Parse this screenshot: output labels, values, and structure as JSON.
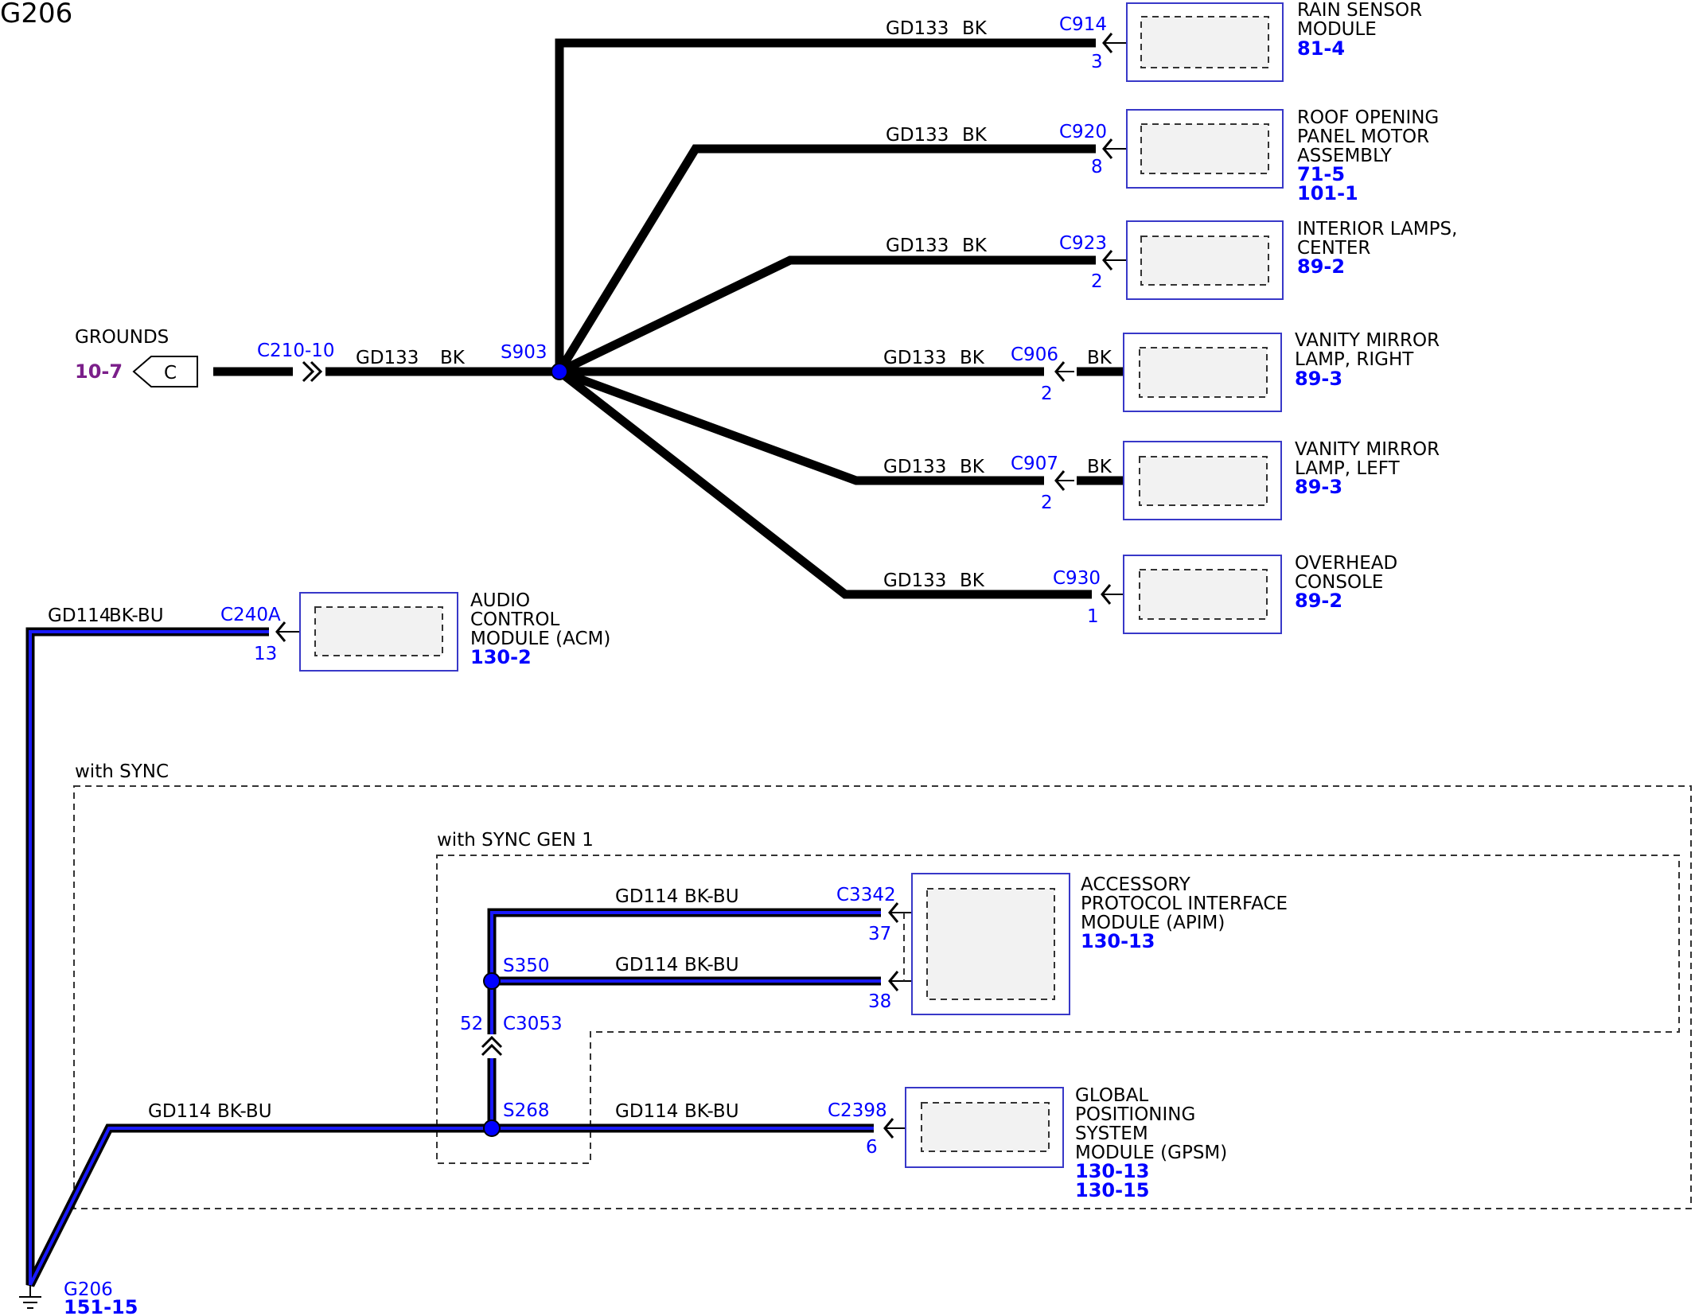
{
  "diagram_title": "G206",
  "ground_label": "G206",
  "ground_ref": "151-15",
  "grounds": {
    "label": "GROUNDS",
    "ref": "10-7",
    "connector_letter": "C"
  },
  "c210": {
    "connector": "C210",
    "pin": "-10"
  },
  "splices": {
    "s903": "S903",
    "s350": "S350",
    "s268": "S268"
  },
  "c3053": {
    "connector": "C3053",
    "pin": "52"
  },
  "gd133": {
    "circuit": "GD133",
    "color": "BK"
  },
  "gd114": {
    "circuit": "GD114",
    "color": "BK-BU"
  },
  "modules": {
    "rain_sensor": {
      "name_lines": [
        "RAIN SENSOR",
        "MODULE"
      ],
      "refs": [
        "81-4"
      ],
      "connector": "C914",
      "pin": "3"
    },
    "roof_opening": {
      "name_lines": [
        "ROOF OPENING",
        "PANEL MOTOR",
        "ASSEMBLY"
      ],
      "refs": [
        "71-5",
        "101-1"
      ],
      "connector": "C920",
      "pin": "8"
    },
    "interior_lamps": {
      "name_lines": [
        "INTERIOR LAMPS,",
        "CENTER"
      ],
      "refs": [
        "89-2"
      ],
      "connector": "C923",
      "pin": "2"
    },
    "vanity_right": {
      "name_lines": [
        "VANITY MIRROR",
        "LAMP, RIGHT"
      ],
      "refs": [
        "89-3"
      ],
      "connector": "C906",
      "pin": "2",
      "stub_color": "BK"
    },
    "vanity_left": {
      "name_lines": [
        "VANITY MIRROR",
        "LAMP, LEFT"
      ],
      "refs": [
        "89-3"
      ],
      "connector": "C907",
      "pin": "2",
      "stub_color": "BK"
    },
    "overhead": {
      "name_lines": [
        "OVERHEAD",
        "CONSOLE"
      ],
      "refs": [
        "89-2"
      ],
      "connector": "C930",
      "pin": "1"
    },
    "acm": {
      "name_lines": [
        "AUDIO",
        "CONTROL",
        "MODULE (ACM)"
      ],
      "refs": [
        "130-2"
      ],
      "connector": "C240A",
      "pin": "13"
    },
    "apim": {
      "name_lines": [
        "ACCESSORY",
        "PROTOCOL INTERFACE",
        "MODULE (APIM)"
      ],
      "refs": [
        "130-13"
      ],
      "connector": "C3342",
      "pins": [
        "37",
        "38"
      ]
    },
    "gpsm": {
      "name_lines": [
        "GLOBAL",
        "POSITIONING",
        "SYSTEM",
        "MODULE (GPSM)"
      ],
      "refs": [
        "130-13",
        "130-15"
      ],
      "connector": "C2398",
      "pin": "6"
    }
  },
  "zones": {
    "sync": "with SYNC",
    "sync_gen1": "with SYNC GEN 1"
  },
  "colors": {
    "wire": "#000000",
    "bk_bu_stripe": "#1a1aff",
    "module_border": "#3838c8",
    "connector_text": "#0000ff",
    "ground_ref": "#7b1f8a"
  }
}
